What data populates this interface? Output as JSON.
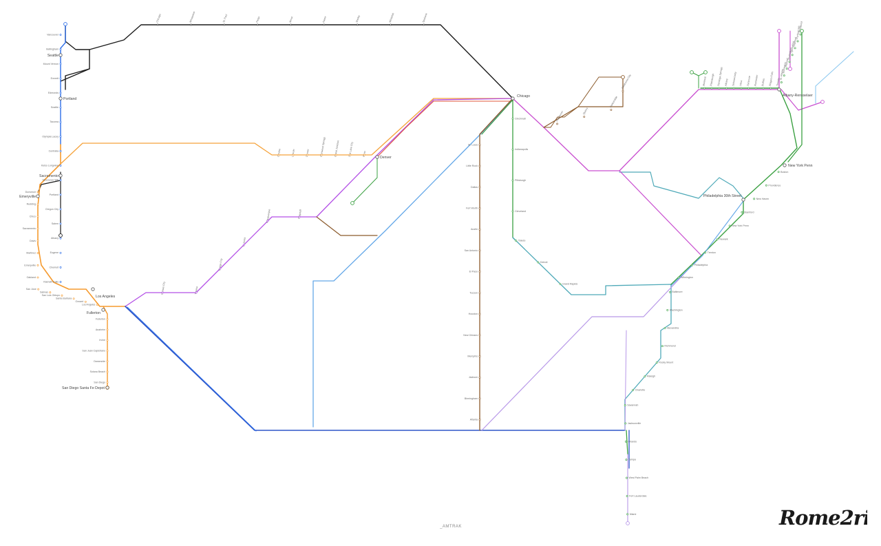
{
  "map": {
    "colors": {
      "coast_starlight": "#f59a2e",
      "cascades_blue": "#2d6ee8",
      "empire_builder": "#1a1a1a",
      "california_zephyr": "#f5a23a",
      "southwest_chief": "#b34fe6",
      "texas_eagle": "#63a7e8",
      "city_of_new_orleans": "#8b5a2b",
      "cardinal": "#4ea9b8",
      "lake_shore": "#c94fd0",
      "crescent": "#b797e8",
      "green_line": "#3aa041",
      "sunset_limited": "#2d55c8",
      "light_blue": "#8cc8f0",
      "red_line": "#e0583d"
    },
    "hubs": {
      "chicago": "Chicago",
      "los_angeles": "Los Angeles",
      "fullerton": "Fullerton",
      "san_diego": "San Diego Santa Fe Depot",
      "new_york": "New York Penn",
      "philadelphia": "Philadelphia 30th Street",
      "albany": "Albany-Rensselaer",
      "emeryville": "Emeryville",
      "sacramento": "Sacramento",
      "denver": "Denver",
      "seattle": "Seattle",
      "portland": "Portland"
    },
    "stations": {
      "west_coast": [
        "Vancouver",
        "Bellingham",
        "Mount Vernon",
        "Everett",
        "Edmonds",
        "Seattle",
        "Tacoma",
        "Olympia Lacey",
        "Centralia",
        "Kelso Longview",
        "Vancouver WA",
        "Portland",
        "Oregon City",
        "Salem",
        "Albany",
        "Eugene",
        "Chemult",
        "Klamath Falls",
        "Dunsmuir",
        "Redding",
        "Chico",
        "Sacramento",
        "Davis",
        "Martinez",
        "Emeryville",
        "Oakland",
        "San Jose",
        "Salinas",
        "San Luis Obispo",
        "Santa Barbara",
        "Oxnard",
        "Los Angeles",
        "Fullerton",
        "Anaheim",
        "Irvine",
        "San Juan Capistrano",
        "Oceanside",
        "Solana Beach",
        "San Diego"
      ],
      "east_coast": [
        "Boston",
        "Providence",
        "New Haven",
        "Stamford",
        "New York Penn",
        "Newark",
        "Trenton",
        "Philadelphia",
        "Wilmington",
        "Baltimore",
        "Washington",
        "Alexandria",
        "Richmond",
        "Rocky Mount",
        "Raleigh",
        "Charlotte",
        "Savannah",
        "Jacksonville",
        "Orlando",
        "Tampa",
        "West Palm Beach",
        "Fort Lauderdale",
        "Miami"
      ],
      "northeast": [
        "Montreal",
        "Plattsburgh",
        "Saratoga Springs",
        "Albany",
        "Schenectady",
        "Utica",
        "Syracuse",
        "Rochester",
        "Buffalo",
        "Niagara Falls",
        "Toronto",
        "St. Albans",
        "Burlington",
        "Rutland",
        "Brattleboro",
        "Springfield",
        "Hartford",
        "Portland ME",
        "Brunswick"
      ],
      "central": [
        "Chicago",
        "Milwaukee",
        "St. Paul",
        "Fargo",
        "Minot",
        "Havre",
        "Shelby",
        "Whitefish",
        "Spokane",
        "Omaha",
        "Lincoln",
        "Denver",
        "Glenwood Springs",
        "Grand Junction",
        "Salt Lake City",
        "Reno",
        "Kansas City",
        "Topeka",
        "Dodge City",
        "La Junta",
        "Albuquerque",
        "Flagstaff",
        "St. Louis",
        "Little Rock",
        "Dallas",
        "Fort Worth",
        "Austin",
        "San Antonio",
        "El Paso",
        "Tucson",
        "Houston",
        "New Orleans",
        "Memphis",
        "Jackson",
        "Birmingham",
        "Atlanta",
        "Cincinnati",
        "Indianapolis",
        "Pittsburgh",
        "Cleveland",
        "Toledo",
        "Detroit",
        "Grand Rapids",
        "Port Huron",
        "Quincy",
        "Carbondale",
        "Oklahoma City"
      ]
    }
  },
  "footer": {
    "label": "_AMTRAK",
    "brand": "Rome2rio"
  }
}
